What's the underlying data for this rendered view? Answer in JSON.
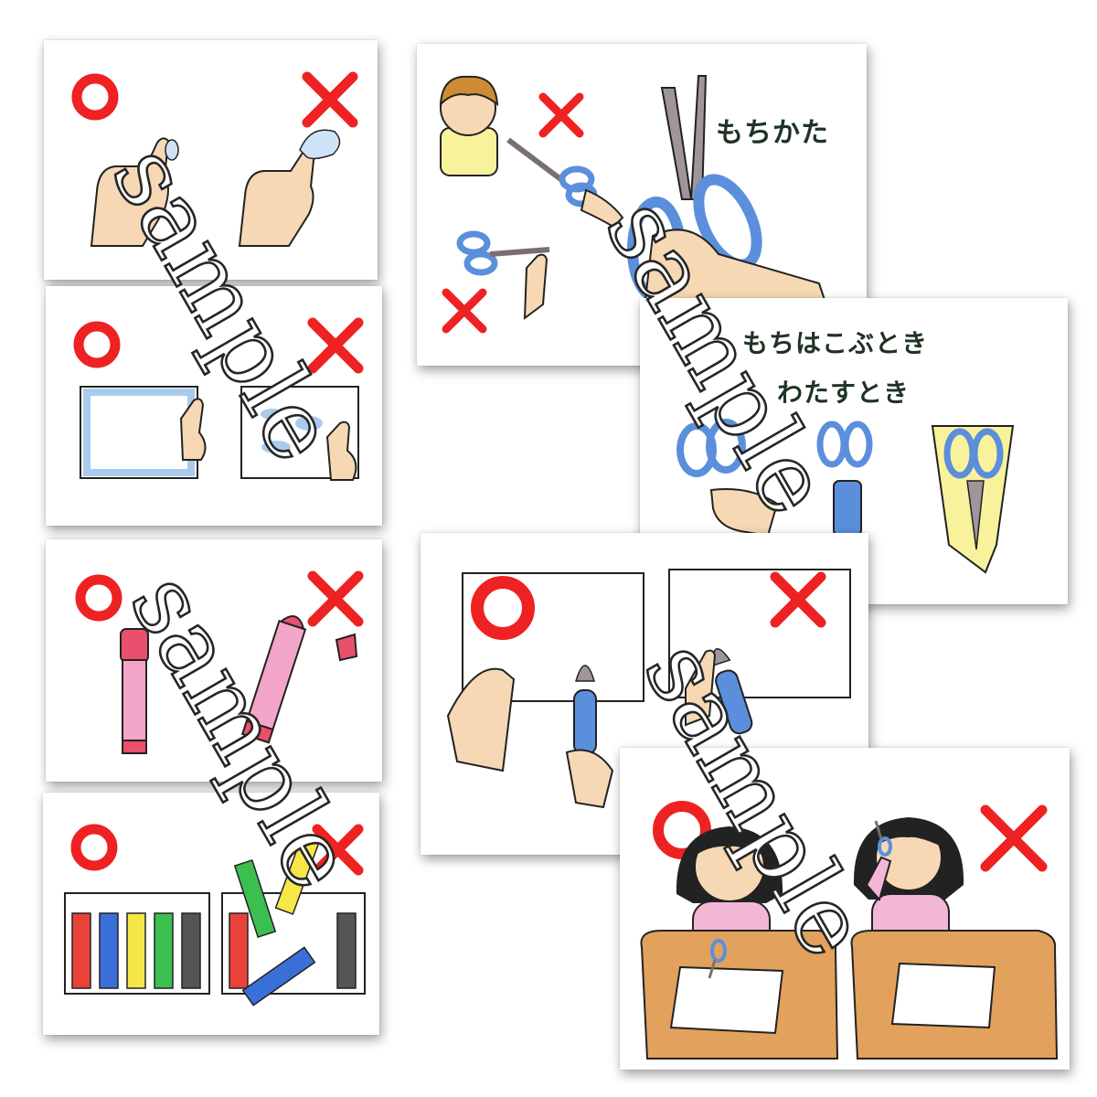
{
  "cards": {
    "holding_title": "もちかた",
    "carry_title_line1": "もちはこぶとき",
    "carry_title_line2": "わたすとき"
  },
  "watermark": "sample",
  "colors": {
    "mark_red": "#ee2222",
    "scissors_blue": "#5b8fdc",
    "skin": "#f6d8b4",
    "desk": "#e2a15c",
    "crayon_pink": "#f3a6c7",
    "title_text": "#1f3324"
  },
  "icons": [
    "circle-correct-icon",
    "cross-wrong-icon",
    "scissors-icon",
    "hand-icon",
    "crayon-icon",
    "glue-icon",
    "child-icon"
  ]
}
